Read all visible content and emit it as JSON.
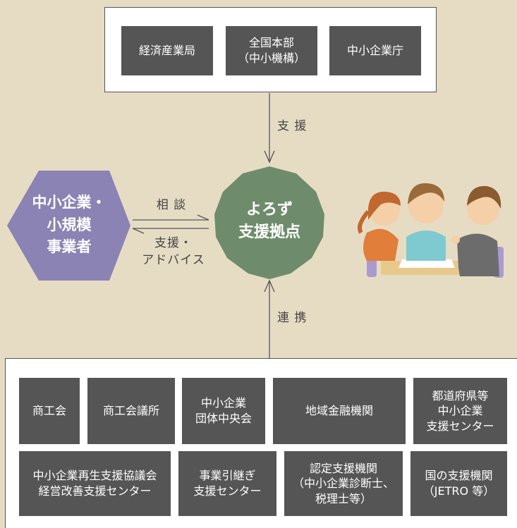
{
  "top_box": {
    "items": [
      "経済産業局",
      "全国本部\n（中小機構）",
      "中小企業庁"
    ]
  },
  "labels": {
    "shien": "支 援",
    "soudan": "相 談",
    "shien_advice": "支援・\nアドバイス",
    "renkei": "連 携"
  },
  "center": {
    "label": "よろず\n支援拠点"
  },
  "left": {
    "label": "中小企業・\n小規模\n事業者"
  },
  "bottom_box": {
    "row1": [
      "商工会",
      "商工会議所",
      "中小企業\n団体中央会",
      "地域金融機関",
      "都道府県等\n中小企業\n支援センター"
    ],
    "row2": [
      "中小企業再生支援協議会\n経営改善支援センター",
      "事業引継ぎ\n支援センター",
      "認定支援機関\n（中小企業診断士、\n税理士等）",
      "国の支援機関\n（JETRO 等）"
    ]
  },
  "colors": {
    "background": "#e6dcc4",
    "box": "#555555",
    "center_green": "#6e8c6c",
    "left_purple": "#8a83b4"
  }
}
